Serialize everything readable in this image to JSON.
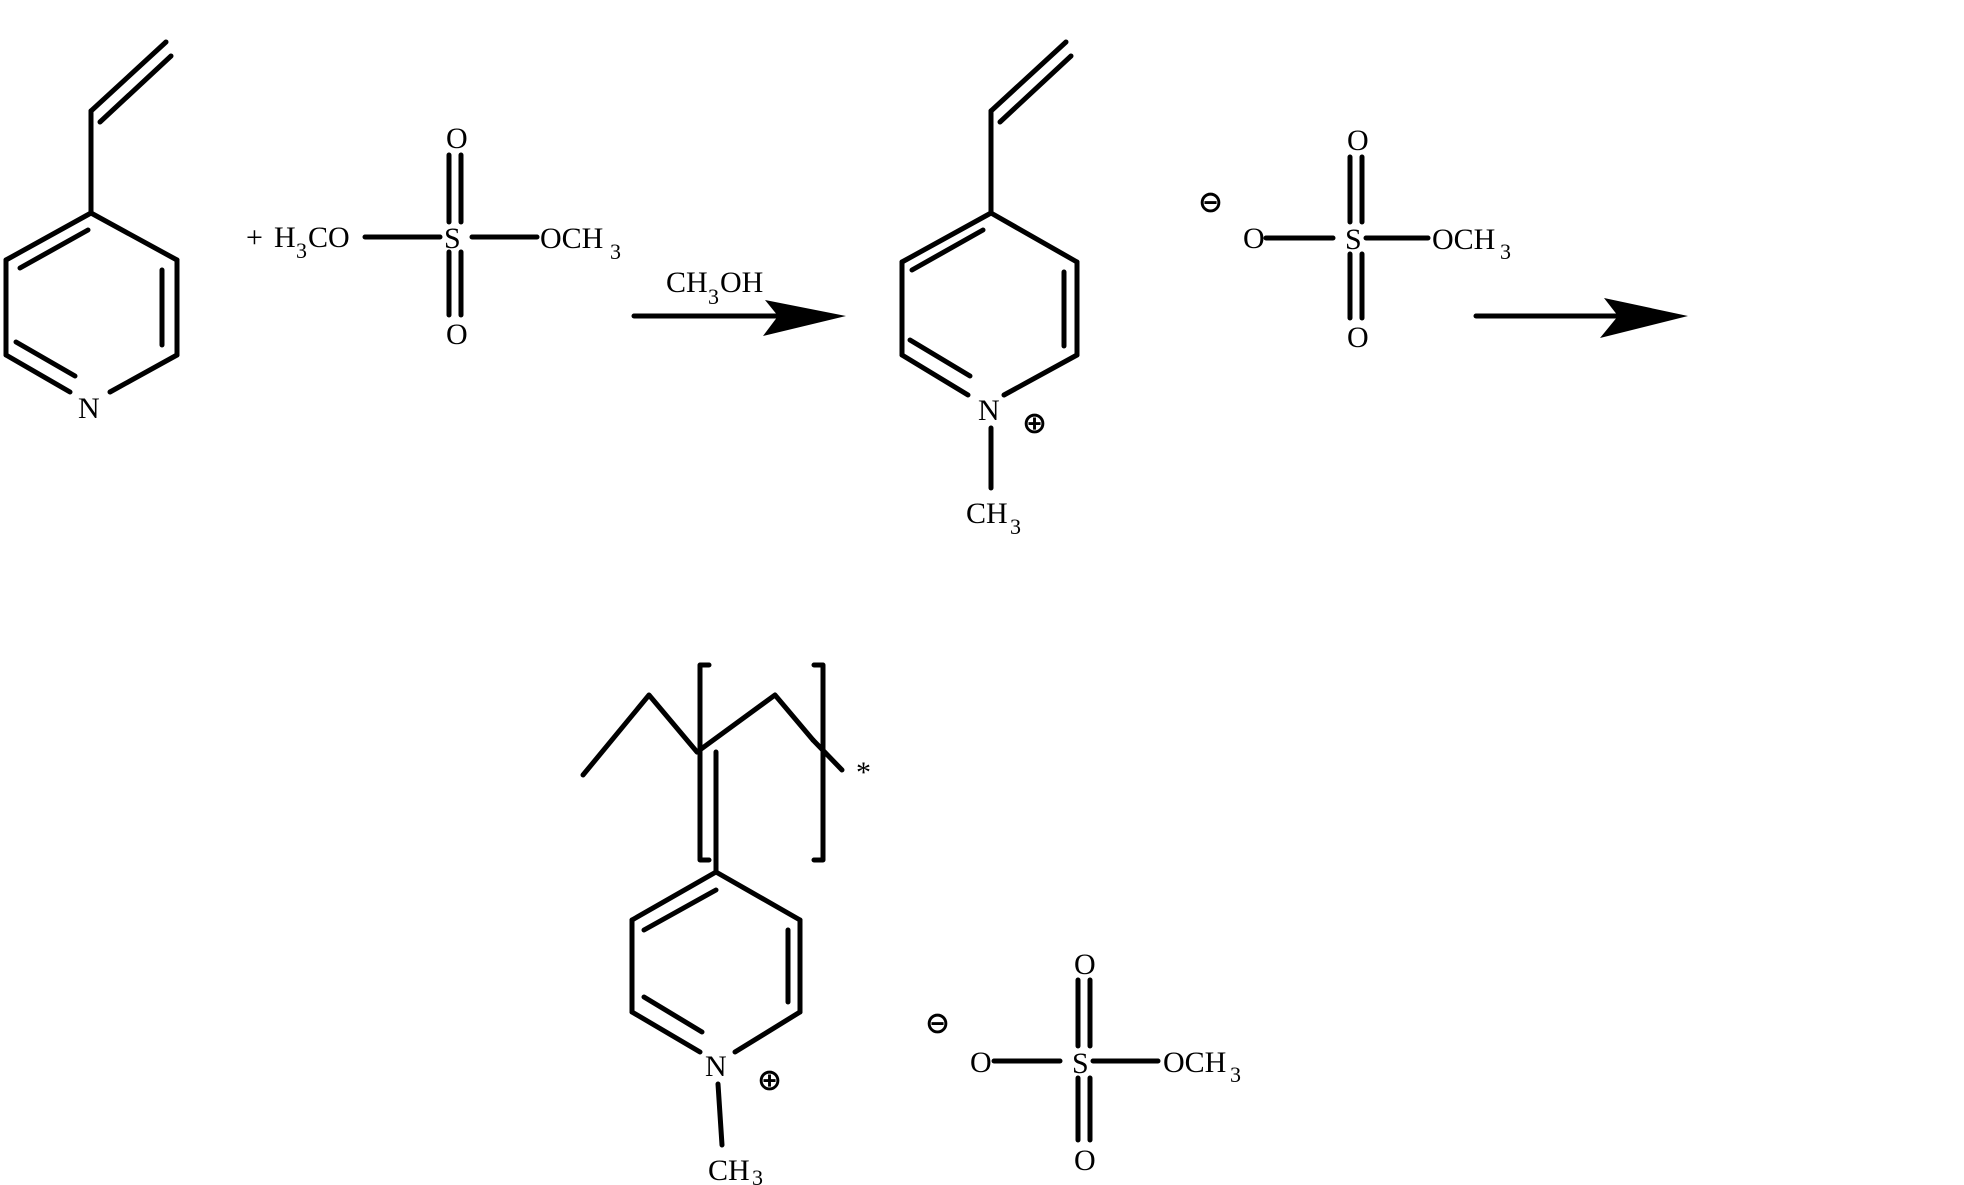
{
  "figure": {
    "type": "reaction-scheme",
    "background": "#ffffff",
    "ink": "#000000"
  },
  "reactant1": {
    "name": "4-vinylpyridine",
    "ring_atom_label": "N"
  },
  "reactant2": {
    "name": "dimethyl sulfate",
    "plus": "+",
    "left_group": "H",
    "left_group_sub": "3",
    "left_group_tail": "CO",
    "center_atom": "S",
    "top_o": "O",
    "bottom_o": "O",
    "right_group": "OCH",
    "right_group_sub": "3"
  },
  "arrow1": {
    "condition": "CH",
    "condition_sub": "3",
    "condition_tail": "OH"
  },
  "product": {
    "cation": {
      "ring_atom_label": "N",
      "charge": "⊕",
      "methyl": "CH",
      "methyl_sub": "3"
    },
    "anion": {
      "charge": "⊖",
      "left_o": "O",
      "center_atom": "S",
      "top_o": "O",
      "bottom_o": "O",
      "right_group": "OCH",
      "right_group_sub": "3"
    }
  },
  "arrow2": {
    "condition": ""
  },
  "polymer": {
    "end_marker": "*",
    "cation": {
      "ring_atom_label": "N",
      "charge": "⊕",
      "methyl": "CH",
      "methyl_sub": "3"
    },
    "anion": {
      "charge": "⊖",
      "left_o": "O",
      "center_atom": "S",
      "top_o": "O",
      "bottom_o": "O",
      "right_group": "OCH",
      "right_group_sub": "3"
    }
  }
}
